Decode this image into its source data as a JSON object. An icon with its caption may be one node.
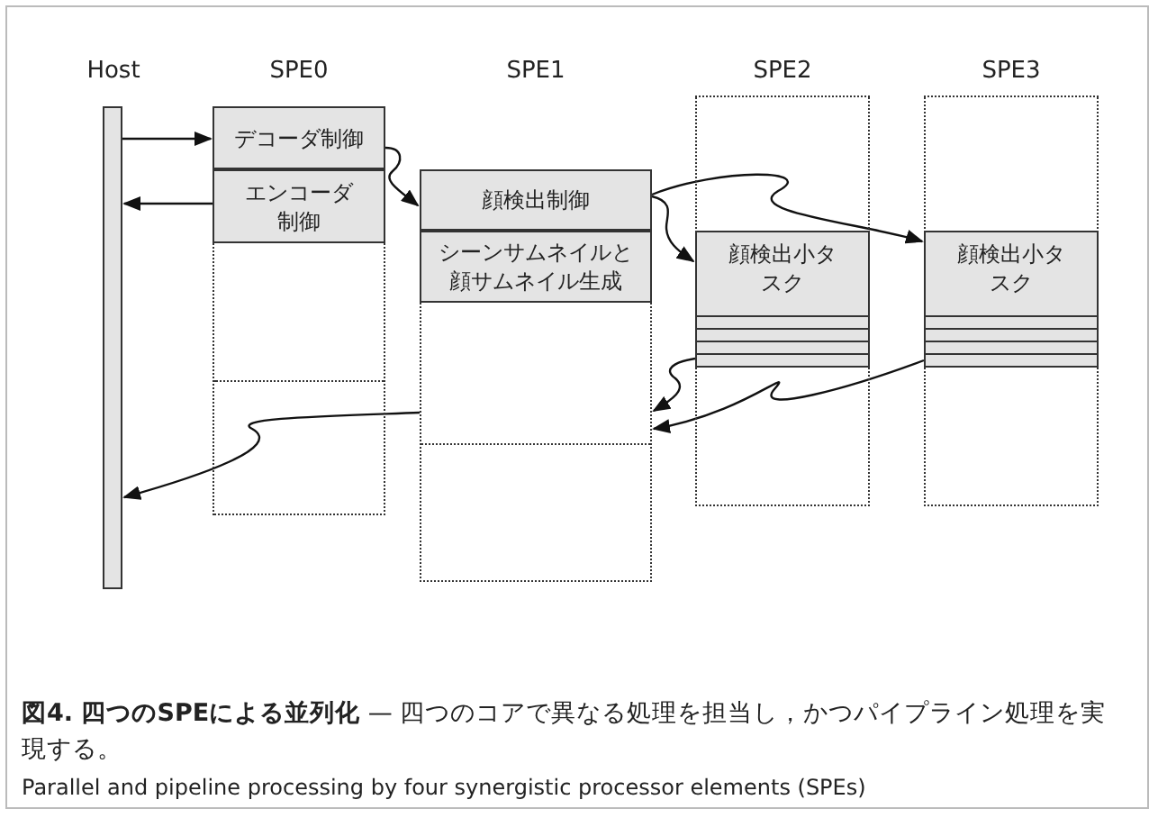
{
  "diagram": {
    "caption": "**図4. 四つのSPEによる並列化** — 四つのコアで異なる処理を担当し，かつパイプライン処理を実現する。",
    "nodes": [
      {
        "text": [
          "Host"
        ]
      },
      {
        "text": [
          "SPE0"
        ]
      },
      {
        "text": [
          "デコーダ制御"
        ],
        "in": 1
      },
      {
        "text": [
          "エンコーダ制御"
        ],
        "in": 1
      },
      {
        "text": [
          "SPE1"
        ]
      },
      {
        "text": [
          "顔検出制御"
        ],
        "in": 4
      },
      {
        "text": [
          "シーンサムネイルと顔サムネイル生成"
        ],
        "in": 4
      },
      {
        "text": [
          "SPE2"
        ]
      },
      {
        "text": [
          "顔検出小タスク"
        ],
        "in": 7
      },
      {
        "text": [
          "SPE3"
        ]
      },
      {
        "text": [
          "顔検出小タスク"
        ],
        "in": 9
      }
    ],
    "edges": [
      {
        "from": 0,
        "to": 2,
        "arrow": "to"
      },
      {
        "from": 3,
        "to": 0,
        "arrow": "to"
      },
      {
        "from": 2,
        "to": 5,
        "arrow": "to"
      },
      {
        "from": 5,
        "to": 8,
        "arrow": "to"
      },
      {
        "from": 5,
        "to": 10,
        "arrow": "to"
      },
      {
        "from": 8,
        "to": 4,
        "arrow": "to"
      },
      {
        "from": 10,
        "to": 4,
        "arrow": "to"
      },
      {
        "from": 4,
        "to": 0,
        "arrow": "to"
      }
    ],
    "labels": [
      "Parallel and pipeline processing by four synergistic processor elements (SPEs)"
    ]
  }
}
